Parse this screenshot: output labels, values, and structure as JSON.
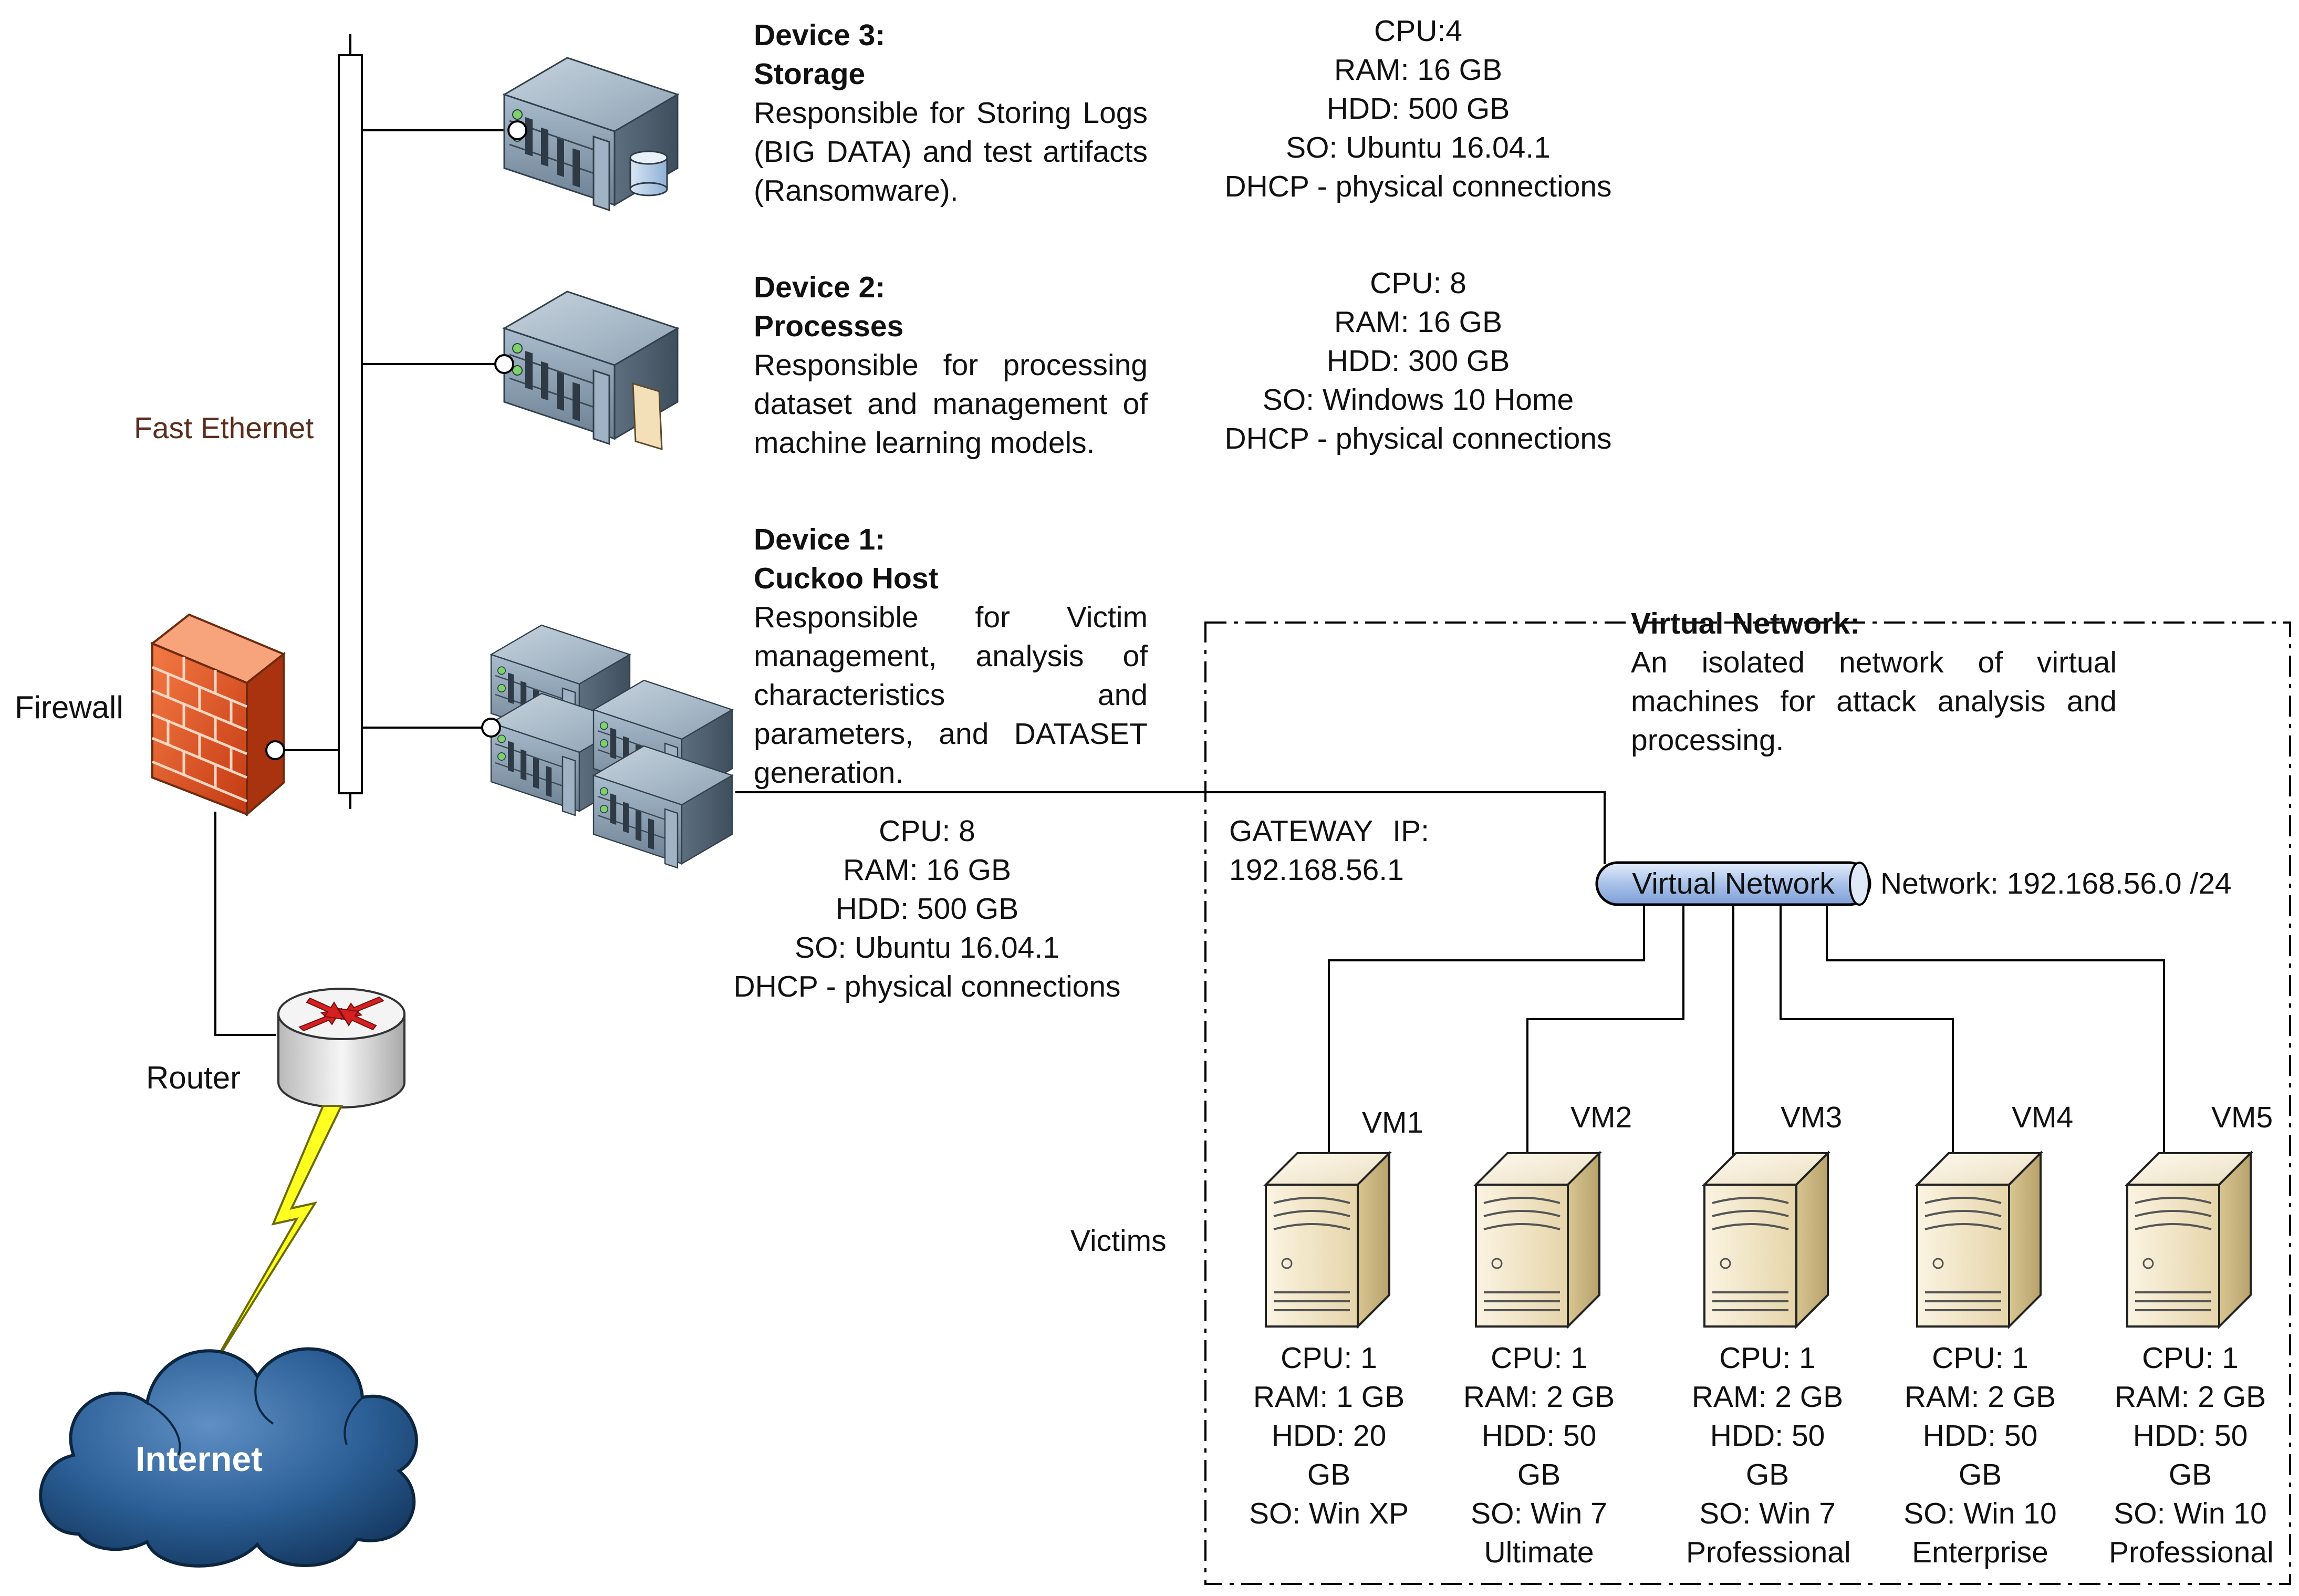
{
  "labels": {
    "fast_ethernet": "Fast Ethernet",
    "firewall": "Firewall",
    "router": "Router",
    "internet": "Internet",
    "victims": "Victims",
    "gateway_ip_label": "GATEWAY IP:",
    "gateway_ip_value": "192.168.56.1",
    "virtual_network_pill": "Virtual Network",
    "network_cidr": "Network: 192.168.56.0 /24"
  },
  "device3": {
    "title": "Device 3:",
    "name": "Storage",
    "description": "Responsible for Storing Logs (BIG DATA) and test artifacts (Ransomware).",
    "specs": [
      "CPU:4",
      "RAM: 16 GB",
      "HDD: 500 GB",
      "SO: Ubuntu 16.04.1",
      "DHCP - physical connections"
    ]
  },
  "device2": {
    "title": "Device 2:",
    "name": "Processes",
    "description": "Responsible for processing dataset and management of machine learning models.",
    "specs": [
      "CPU: 8",
      "RAM: 16 GB",
      "HDD: 300 GB",
      "SO: Windows 10 Home",
      "DHCP - physical connections"
    ]
  },
  "device1": {
    "title": "Device 1:",
    "name": "Cuckoo Host",
    "description": "Responsible for Victim management, analysis of characteristics and parameters, and DATASET generation.",
    "specs": [
      "CPU: 8",
      "RAM: 16 GB",
      "HDD: 500 GB",
      "SO: Ubuntu 16.04.1",
      "DHCP - physical connections"
    ]
  },
  "virtual_network": {
    "title": "Virtual Network:",
    "description": "An isolated network of virtual machines for attack analysis and processing."
  },
  "vms": [
    {
      "name": "VM1",
      "specs": [
        "CPU: 1",
        "RAM: 1 GB",
        "HDD: 20 GB",
        "SO: Win XP"
      ]
    },
    {
      "name": "VM2",
      "specs": [
        "CPU: 1",
        "RAM: 2 GB",
        "HDD: 50 GB",
        "SO: Win 7",
        "Ultimate"
      ]
    },
    {
      "name": "VM3",
      "specs": [
        "CPU: 1",
        "RAM: 2 GB",
        "HDD: 50 GB",
        "SO: Win 7",
        "Professional"
      ]
    },
    {
      "name": "VM4",
      "specs": [
        "CPU: 1",
        "RAM: 2 GB",
        "HDD: 50 GB",
        "SO: Win 10",
        "Enterprise"
      ]
    },
    {
      "name": "VM5",
      "specs": [
        "CPU: 1",
        "RAM: 2 GB",
        "HDD: 50 GB",
        "SO: Win 10",
        "Professional"
      ]
    }
  ],
  "colors": {
    "firewall_brick": "#e8501e",
    "cloud": "#1f4e79",
    "pill": "#c9d9f2",
    "server_body": "#7f95a8",
    "pc_case": "#efe3c6",
    "router_arrows": "#d42020"
  }
}
